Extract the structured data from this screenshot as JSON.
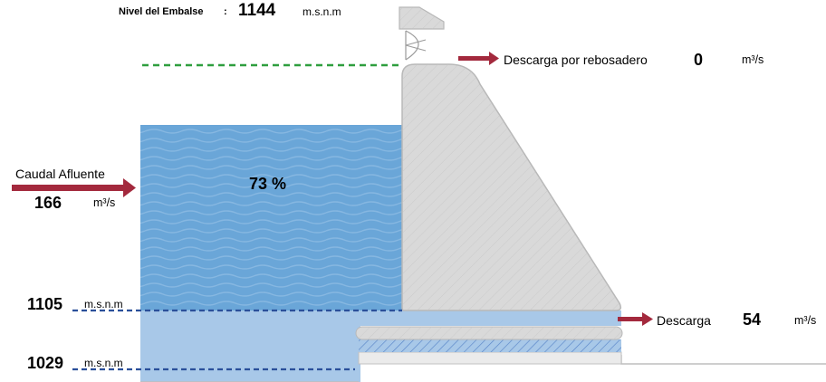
{
  "reservoir": {
    "title": "Nivel del Embalse",
    "title_sep": ":",
    "level": "1144",
    "level_unit": "m.s.n.m",
    "fill_percent_label": "73 %",
    "fill_percent": 73
  },
  "spillway": {
    "label": "Descarga por rebosadero",
    "value": "0",
    "unit": "m³/s"
  },
  "inflow": {
    "label": "Caudal Afluente",
    "value": "166",
    "unit": "m³/s"
  },
  "levels": {
    "mid": {
      "value": "1105",
      "unit": "m.s.n.m"
    },
    "low": {
      "value": "1029",
      "unit": "m.s.n.m"
    }
  },
  "discharge": {
    "label": "Descarga",
    "value": "54",
    "unit": "m³/s"
  },
  "colors": {
    "water_top": "#6aa6d8",
    "water_bottom": "#a8c8e8",
    "dam_fill": "#d9d9d9",
    "dam_stroke": "#b8b8b8",
    "arrow": "#a3293d",
    "dashed_green": "#2e9e3e",
    "dashed_blue": "#2a4f9a"
  }
}
